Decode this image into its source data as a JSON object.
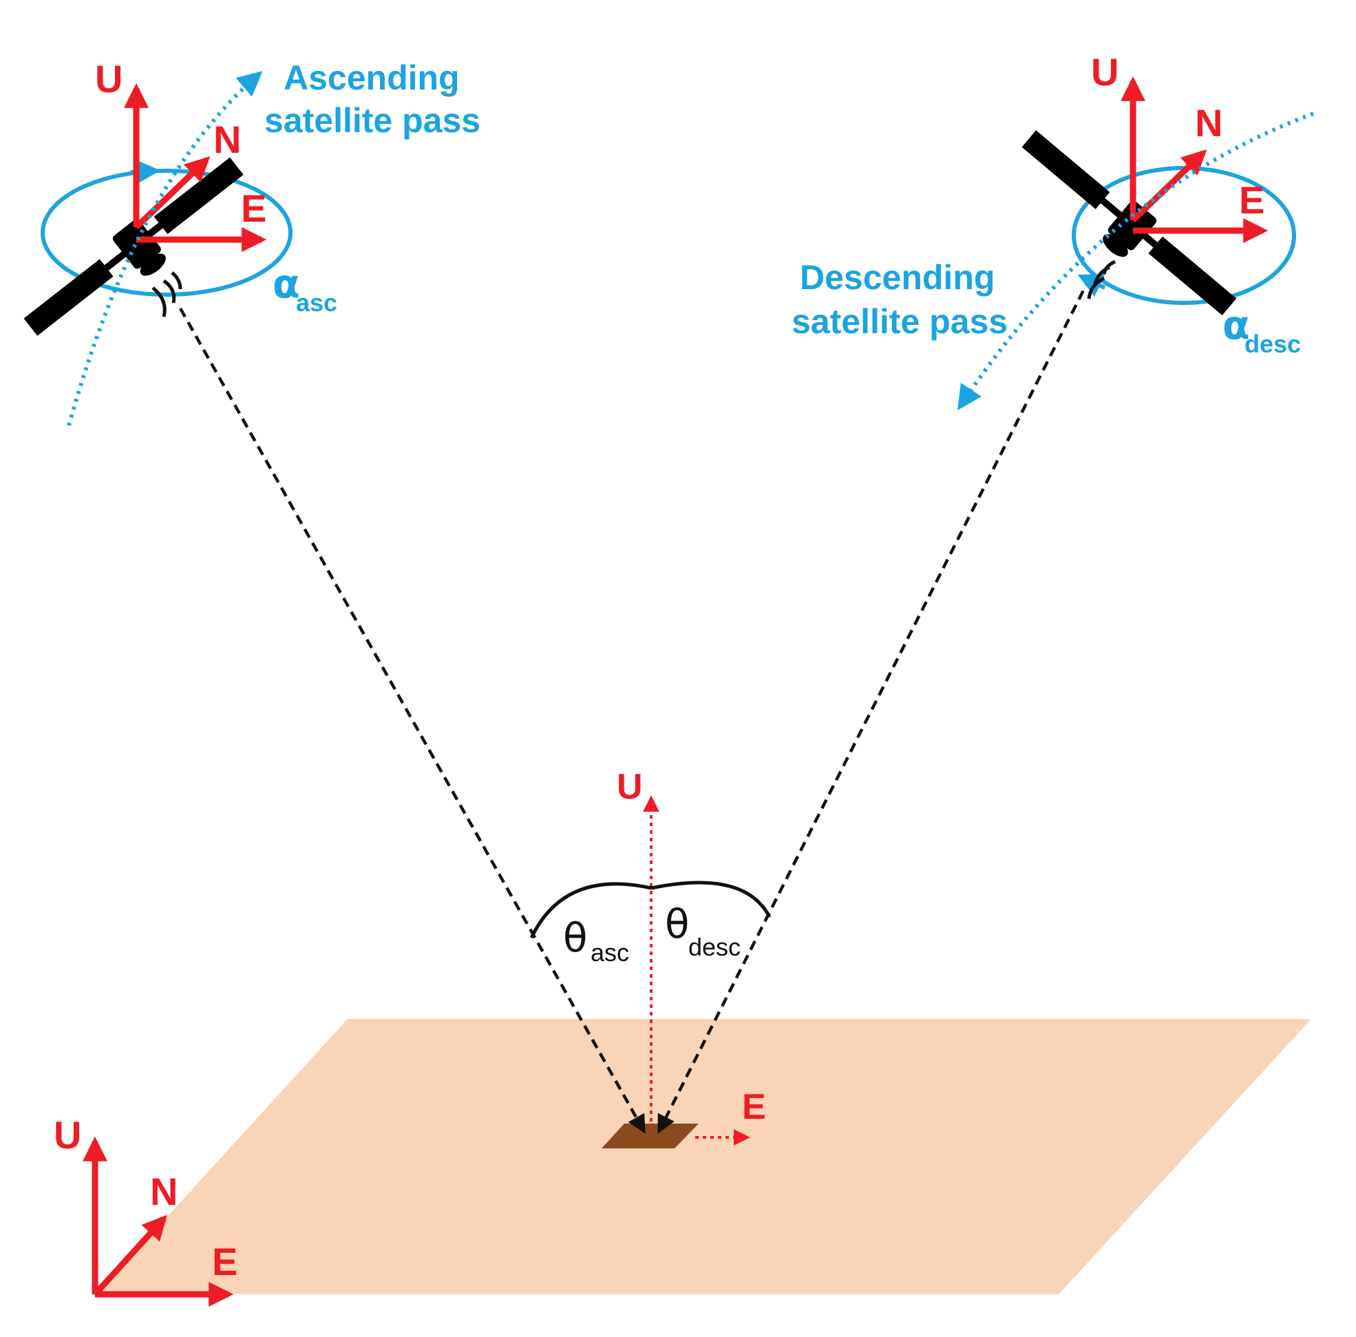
{
  "colors": {
    "axis": "#ee1c24",
    "orbit": "#1ba4e0",
    "ground": "#fad4b6",
    "target": "#8b4a1e",
    "satellite": "#000000",
    "line_of_sight": "#111111"
  },
  "ascending": {
    "label_line1": "Ascending",
    "label_line2": "satellite pass",
    "heading_symbol": "α",
    "heading_sub": "asc",
    "axis_u": "U",
    "axis_n": "N",
    "axis_e": "E"
  },
  "descending": {
    "label_line1": "Descending",
    "label_line2": "satellite pass",
    "heading_symbol": "α",
    "heading_sub": "desc",
    "axis_u": "U",
    "axis_n": "N",
    "axis_e": "E"
  },
  "incidence": {
    "asc_symbol": "θ",
    "asc_sub": "asc",
    "desc_symbol": "θ",
    "desc_sub": "desc"
  },
  "target_axes": {
    "u": "U",
    "e": "E"
  },
  "ground_axes": {
    "u": "U",
    "n": "N",
    "e": "E"
  }
}
